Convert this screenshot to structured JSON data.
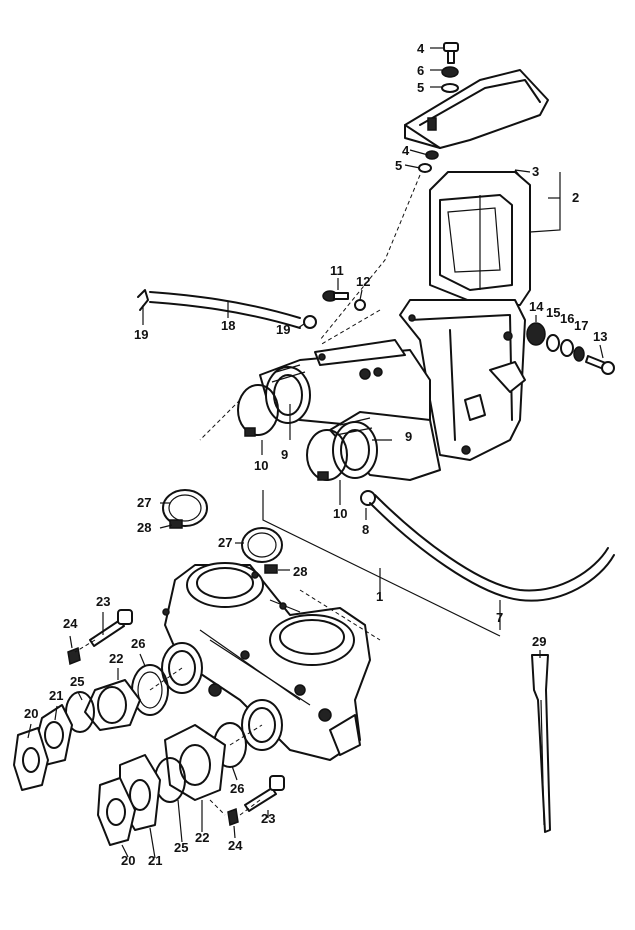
{
  "diagram": {
    "type": "exploded-parts-diagram",
    "subject": "carburetor and air cleaner assembly",
    "callouts": {
      "c4a": "4",
      "c6": "6",
      "c5a": "5",
      "c4b": "4",
      "c5b": "5",
      "c3": "3",
      "c2": "2",
      "c11": "11",
      "c12": "12",
      "c19a": "19",
      "c18": "18",
      "c19b": "19",
      "c14": "14",
      "c15": "15",
      "c16": "16",
      "c17": "17",
      "c13": "13",
      "c9a": "9",
      "c9b": "9",
      "c10a": "10",
      "c10b": "10",
      "c8": "8",
      "c27a": "27",
      "c28a": "28",
      "c27b": "27",
      "c28b": "28",
      "c1": "1",
      "c7": "7",
      "c23a": "23",
      "c24a": "24",
      "c26a": "26",
      "c22a": "22",
      "c25a": "25",
      "c21a": "21",
      "c20a": "20",
      "c29": "29",
      "c26b": "26",
      "c23b": "23",
      "c22b": "22",
      "c25b": "25",
      "c24b": "24",
      "c21b": "21",
      "c20b": "20"
    }
  }
}
